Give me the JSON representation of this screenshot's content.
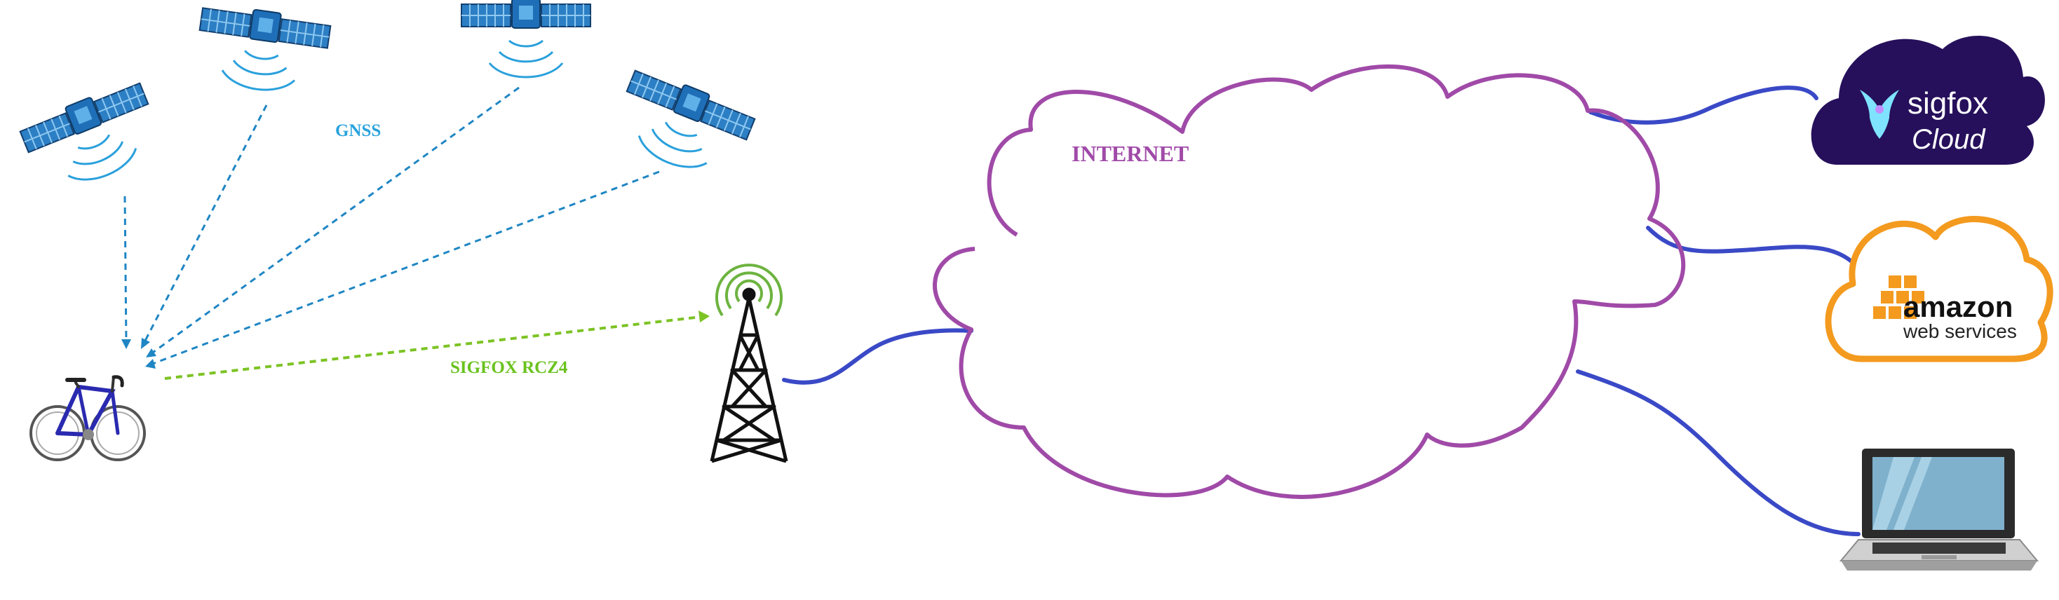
{
  "labels": {
    "gnss": "GNSS",
    "sigfox_link": "SIGFOX RCZ4",
    "internet": "INTERNET"
  },
  "sigfox_cloud": {
    "brand": "sigfox",
    "product": "Cloud"
  },
  "aws": {
    "brand": "amazon",
    "product": "web services"
  },
  "colors": {
    "satellite_link": "#1f86c4",
    "sigfox_link": "#7cc324",
    "cloud_outline": "#a04aa8",
    "internet_label": "#a04aa8",
    "gnss_label": "#2aa3dc",
    "uplink": "#3a49c6",
    "sigfox_brand": "#26105b",
    "aws_orange": "#f39a1f"
  }
}
